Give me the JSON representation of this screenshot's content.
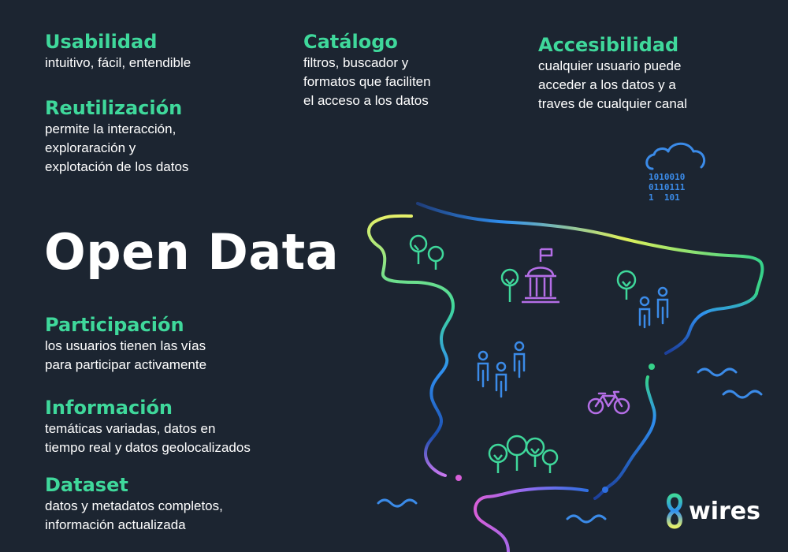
{
  "title": "Open Data",
  "features": {
    "usabilidad": {
      "heading": "Usabilidad",
      "lines": [
        "intuitivo, fácil, entendible"
      ]
    },
    "reutilizacion": {
      "heading": "Reutilización",
      "lines": [
        "permite la interacción,",
        "exploraración y",
        "explotación de los datos"
      ]
    },
    "catalogo": {
      "heading": "Catálogo",
      "lines": [
        "filtros, buscador y",
        "formatos que faciliten",
        "el acceso a los datos"
      ]
    },
    "accesibilidad": {
      "heading": "Accesibilidad",
      "lines": [
        "cualquier usuario puede",
        "acceder a los datos y a",
        "traves de cualquier canal"
      ]
    },
    "participacion": {
      "heading": "Participación",
      "lines": [
        "los usuarios tienen las vías",
        "para participar activamente"
      ]
    },
    "informacion": {
      "heading": "Información",
      "lines": [
        "temáticas variadas, datos en",
        "tiempo real y datos geolocalizados"
      ]
    },
    "dataset": {
      "heading": "Dataset",
      "lines": [
        "datos y metadatos completos,",
        "información actualizada"
      ]
    }
  },
  "cloud_binary": [
    "1010010",
    "0110111",
    "1  101"
  ],
  "brand": {
    "name": "wires"
  },
  "colors": {
    "background": "#1c2531",
    "heading": "#3fd89b",
    "text": "#ffffff",
    "icon_green": "#3fd89b",
    "icon_purple": "#b46ee6",
    "icon_blue": "#3b8be8"
  },
  "icons": [
    "cloud-data-icon",
    "tree-icon",
    "government-building-icon",
    "person-icon",
    "bicycle-icon",
    "wave-icon"
  ]
}
